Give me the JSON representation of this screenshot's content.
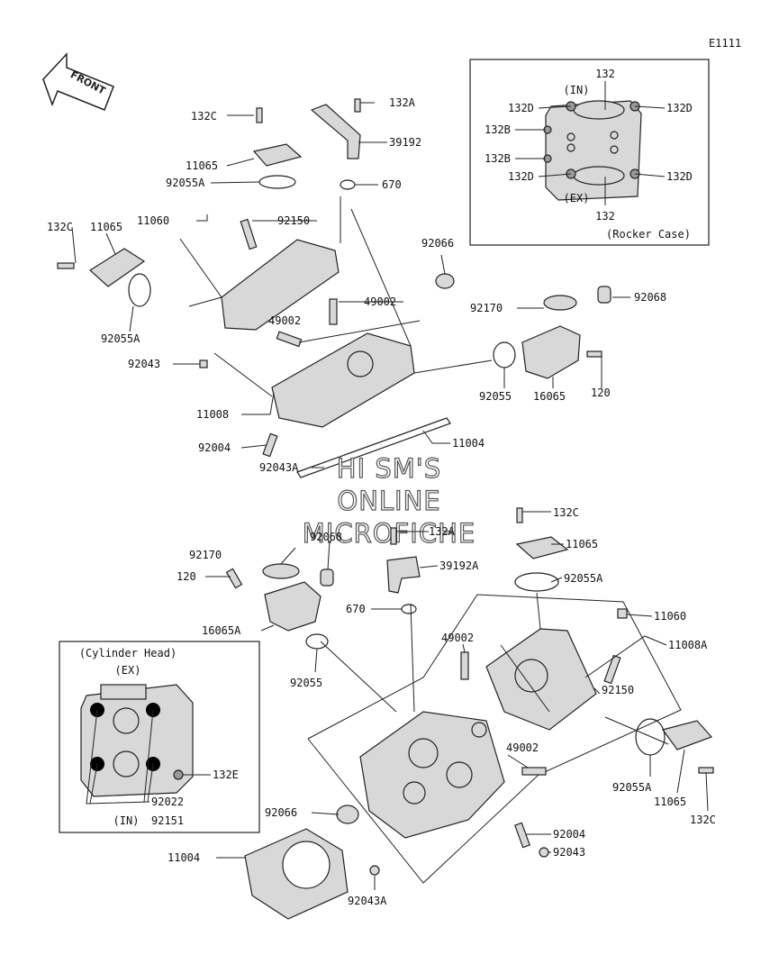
{
  "diagram_code": "E1111",
  "front_label": "FRONT",
  "watermark": [
    "HI SM'S",
    "ONLINE",
    "MICROFICHE"
  ],
  "rocker_case_inset": {
    "caption": "(Rocker Case)",
    "in_label": "(IN)",
    "ex_label": "(EX)",
    "labels": {
      "top": "132",
      "bottom": "132",
      "d1": "132D",
      "d2": "132D",
      "d3": "132D",
      "d4": "132D",
      "b1": "132B",
      "b2": "132B"
    }
  },
  "cylinder_head_inset": {
    "caption": "(Cylinder Head)",
    "ex_label": "(EX)",
    "in_label": "(IN)",
    "labels": {
      "e": "132E",
      "a": "92022",
      "b": "92151"
    }
  },
  "callouts": {
    "c132C_1": "132C",
    "c11065_1": "11065",
    "c92055A_1": "92055A",
    "c11060_1": "11060",
    "c132A_1": "132A",
    "c39192_1": "39192",
    "c670_1": "670",
    "c92150_1": "92150",
    "c132C_2": "132C",
    "c11065_2": "11065",
    "c92055A_2": "92055A",
    "c92066_1": "92066",
    "c49002_1": "49002",
    "c49002_2": "49002",
    "c92170_1": "92170",
    "c92068_1": "92068",
    "c92043_1": "92043",
    "c11008": "11008",
    "c92055_1": "92055",
    "c16065": "16065",
    "c120_1": "120",
    "c92004_1": "92004",
    "c11004_1": "11004",
    "c92043A_1": "92043A",
    "c132C_3": "132C",
    "c11065_3": "11065",
    "c132A_2": "132A",
    "c92068_2": "92068",
    "c92170_2": "92170",
    "c39192A": "39192A",
    "c120_2": "120",
    "c92055A_3": "92055A",
    "c670_2": "670",
    "c11060_2": "11060",
    "c16065A": "16065A",
    "c11008A": "11008A",
    "c49002_3": "49002",
    "c92055_2": "92055",
    "c92150_2": "92150",
    "c49002_4": "49002",
    "c92055A_4": "92055A",
    "c11065_4": "11065",
    "c132C_4": "132C",
    "c92066_2": "92066",
    "c92004_2": "92004",
    "c92043_2": "92043",
    "c11004_2": "11004",
    "c92043A_2": "92043A"
  }
}
